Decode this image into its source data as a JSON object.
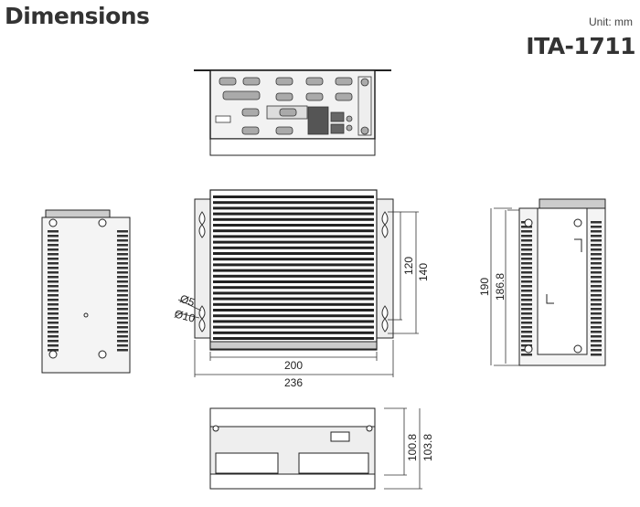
{
  "header": {
    "title": "Dimensions",
    "unit": "Unit: mm",
    "model": "ITA-1711"
  },
  "dimensions": {
    "width_inner": "200",
    "width_outer": "236",
    "mount_inner": "120",
    "mount_outer": "140",
    "hole_small": "Ø5",
    "hole_large": "Ø10",
    "depth_outer": "190",
    "depth_inner": "186.8",
    "height_inner": "100.8",
    "height_outer": "103.8"
  }
}
